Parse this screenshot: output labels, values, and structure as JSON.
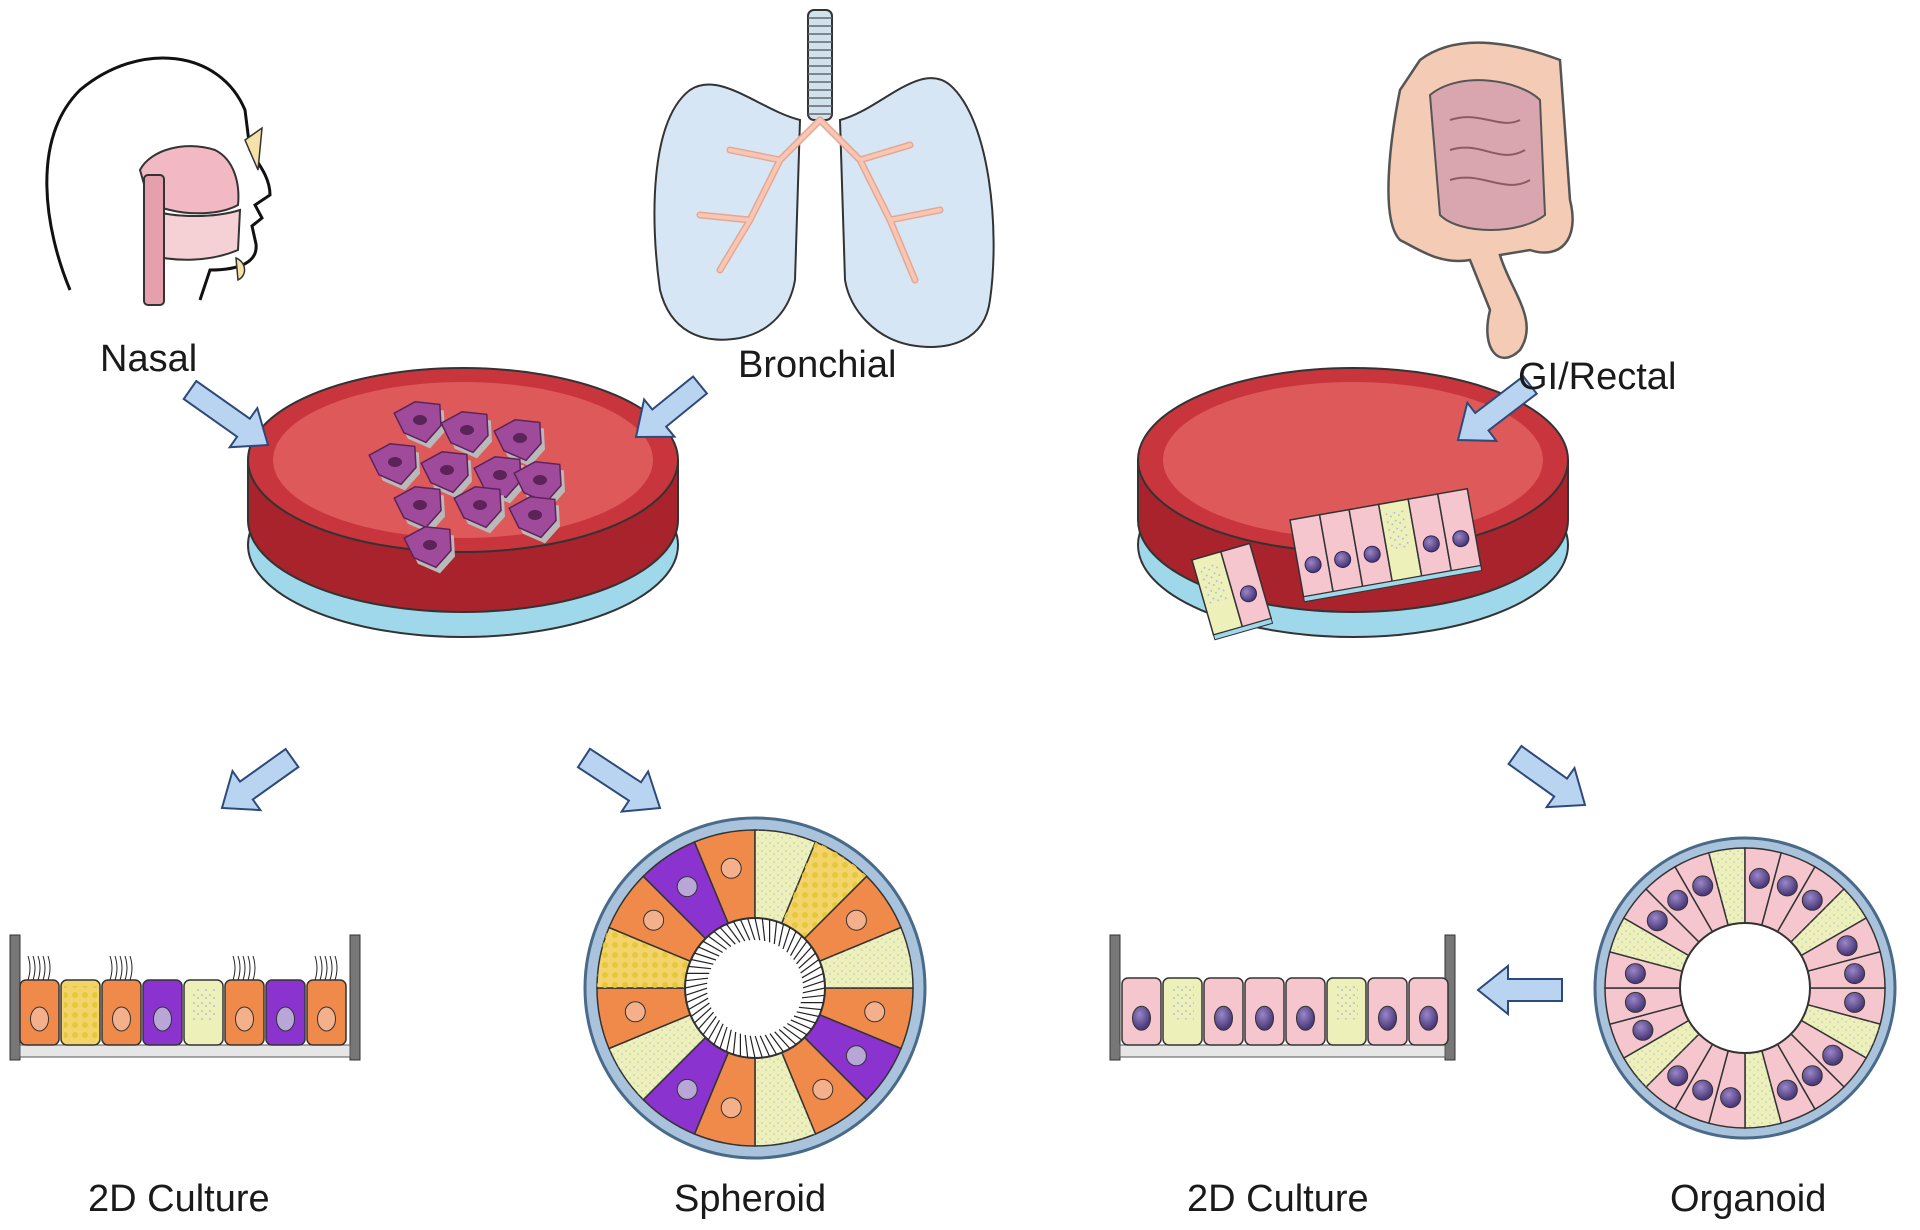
{
  "labels": {
    "nasal": "Nasal",
    "bronchial": "Bronchial",
    "gi_rectal": "GI/Rectal",
    "culture_2d_left": "2D Culture",
    "spheroid": "Spheroid",
    "culture_2d_right": "2D Culture",
    "organoid": "Organoid"
  },
  "icons": {
    "nasal": "head-nasal-cavity-icon",
    "bronchial": "lungs-icon",
    "gi": "intestine-icon",
    "dish_left": "petri-dish-cells-icon",
    "dish_right": "petri-dish-epithelium-icon",
    "spheroid": "spheroid-ring-icon",
    "organoid": "organoid-ring-icon",
    "arrow": "arrow-icon"
  },
  "colors": {
    "dish_red": "#c8353d",
    "dish_fill": "#de5a5a",
    "dish_base": "#9fd8ea",
    "arrow_fill": "#b9d4f1",
    "arrow_stroke": "#2d4a7a",
    "lung_fill": "#d6e6f5",
    "airway": "#f7c7b5",
    "gut": "#f4cbb5",
    "small_gut": "#d9a6b0",
    "cell_orange": "#f08a4b",
    "cell_purple": "#8a33cf",
    "cell_yellow": "#eef0b9",
    "cell_pink": "#f6c6cf",
    "nucleus": "#6b4d8f"
  }
}
